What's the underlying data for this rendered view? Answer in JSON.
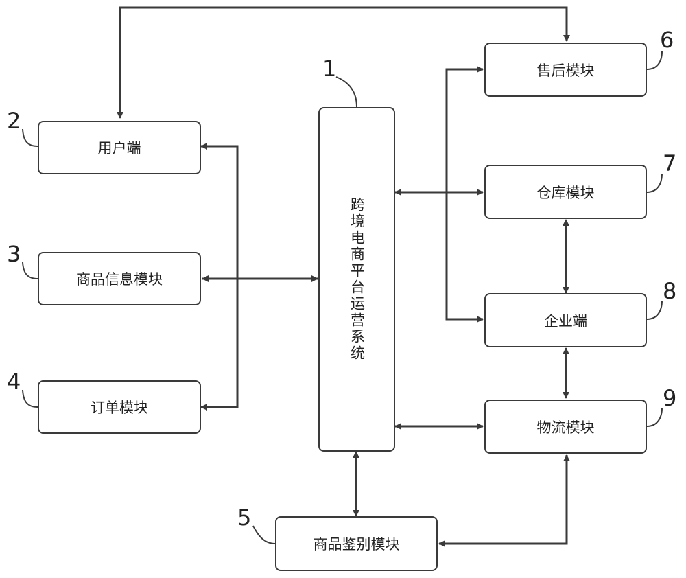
{
  "modules": {
    "platform": {
      "number": "1",
      "label": "跨境电商平台运营系统"
    },
    "user": {
      "number": "2",
      "label": "用户端"
    },
    "goods_info": {
      "number": "3",
      "label": "商品信息模块"
    },
    "order": {
      "number": "4",
      "label": "订单模块"
    },
    "appraisal": {
      "number": "5",
      "label": "商品鉴别模块"
    },
    "after_sales": {
      "number": "6",
      "label": "售后模块"
    },
    "warehouse": {
      "number": "7",
      "label": "仓库模块"
    },
    "enterprise": {
      "number": "8",
      "label": "企业端"
    },
    "logistics": {
      "number": "9",
      "label": "物流模块"
    }
  },
  "colors": {
    "line": "#3a3a3a",
    "text": "#222222"
  }
}
